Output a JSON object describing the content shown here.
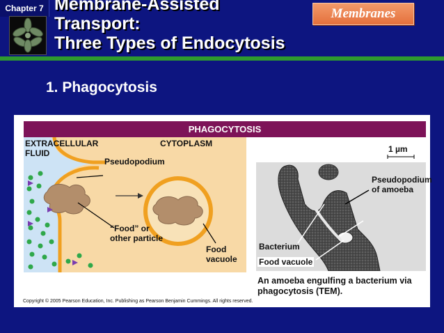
{
  "header": {
    "chapter_label": "Chapter 7",
    "title_lines": [
      "Membrane-Assisted",
      "Transport:",
      "Three Types of Endocytosis"
    ],
    "badge": "Membranes"
  },
  "subtitle": "1. Phagocytosis",
  "figure": {
    "banner": "PHAGOCYTOSIS",
    "labels": {
      "extracellular_line1": "EXTRACELLULAR",
      "extracellular_line2": "FLUID",
      "cytoplasm": "CYTOPLASM",
      "pseudopodium": "Pseudopodium",
      "food_line1": "“Food” or",
      "food_line2": "other particle",
      "vacuole_line1": "Food",
      "vacuole_line2": "vacuole",
      "scale": "1 µm",
      "pseudopodium_amoeba_line1": "Pseudopodium",
      "pseudopodium_amoeba_line2": "of amoeba",
      "bacterium": "Bacterium",
      "food_vacuole": "Food vacuole"
    },
    "caption_lines": [
      "An amoeba engulfing a bacterium via",
      "phagocytosis (TEM)."
    ],
    "copyright": "Copyright © 2005 Pearson Education, Inc. Publishing as Pearson Benjamin Cummings. All rights reserved."
  },
  "colors": {
    "background": "#0d1580",
    "accent_green": "#2e9a2e",
    "badge_orange": "#e4703c",
    "banner_magenta": "#7d1358",
    "cytoplasm": "#f8d9a6",
    "membrane": "#f0a020"
  }
}
